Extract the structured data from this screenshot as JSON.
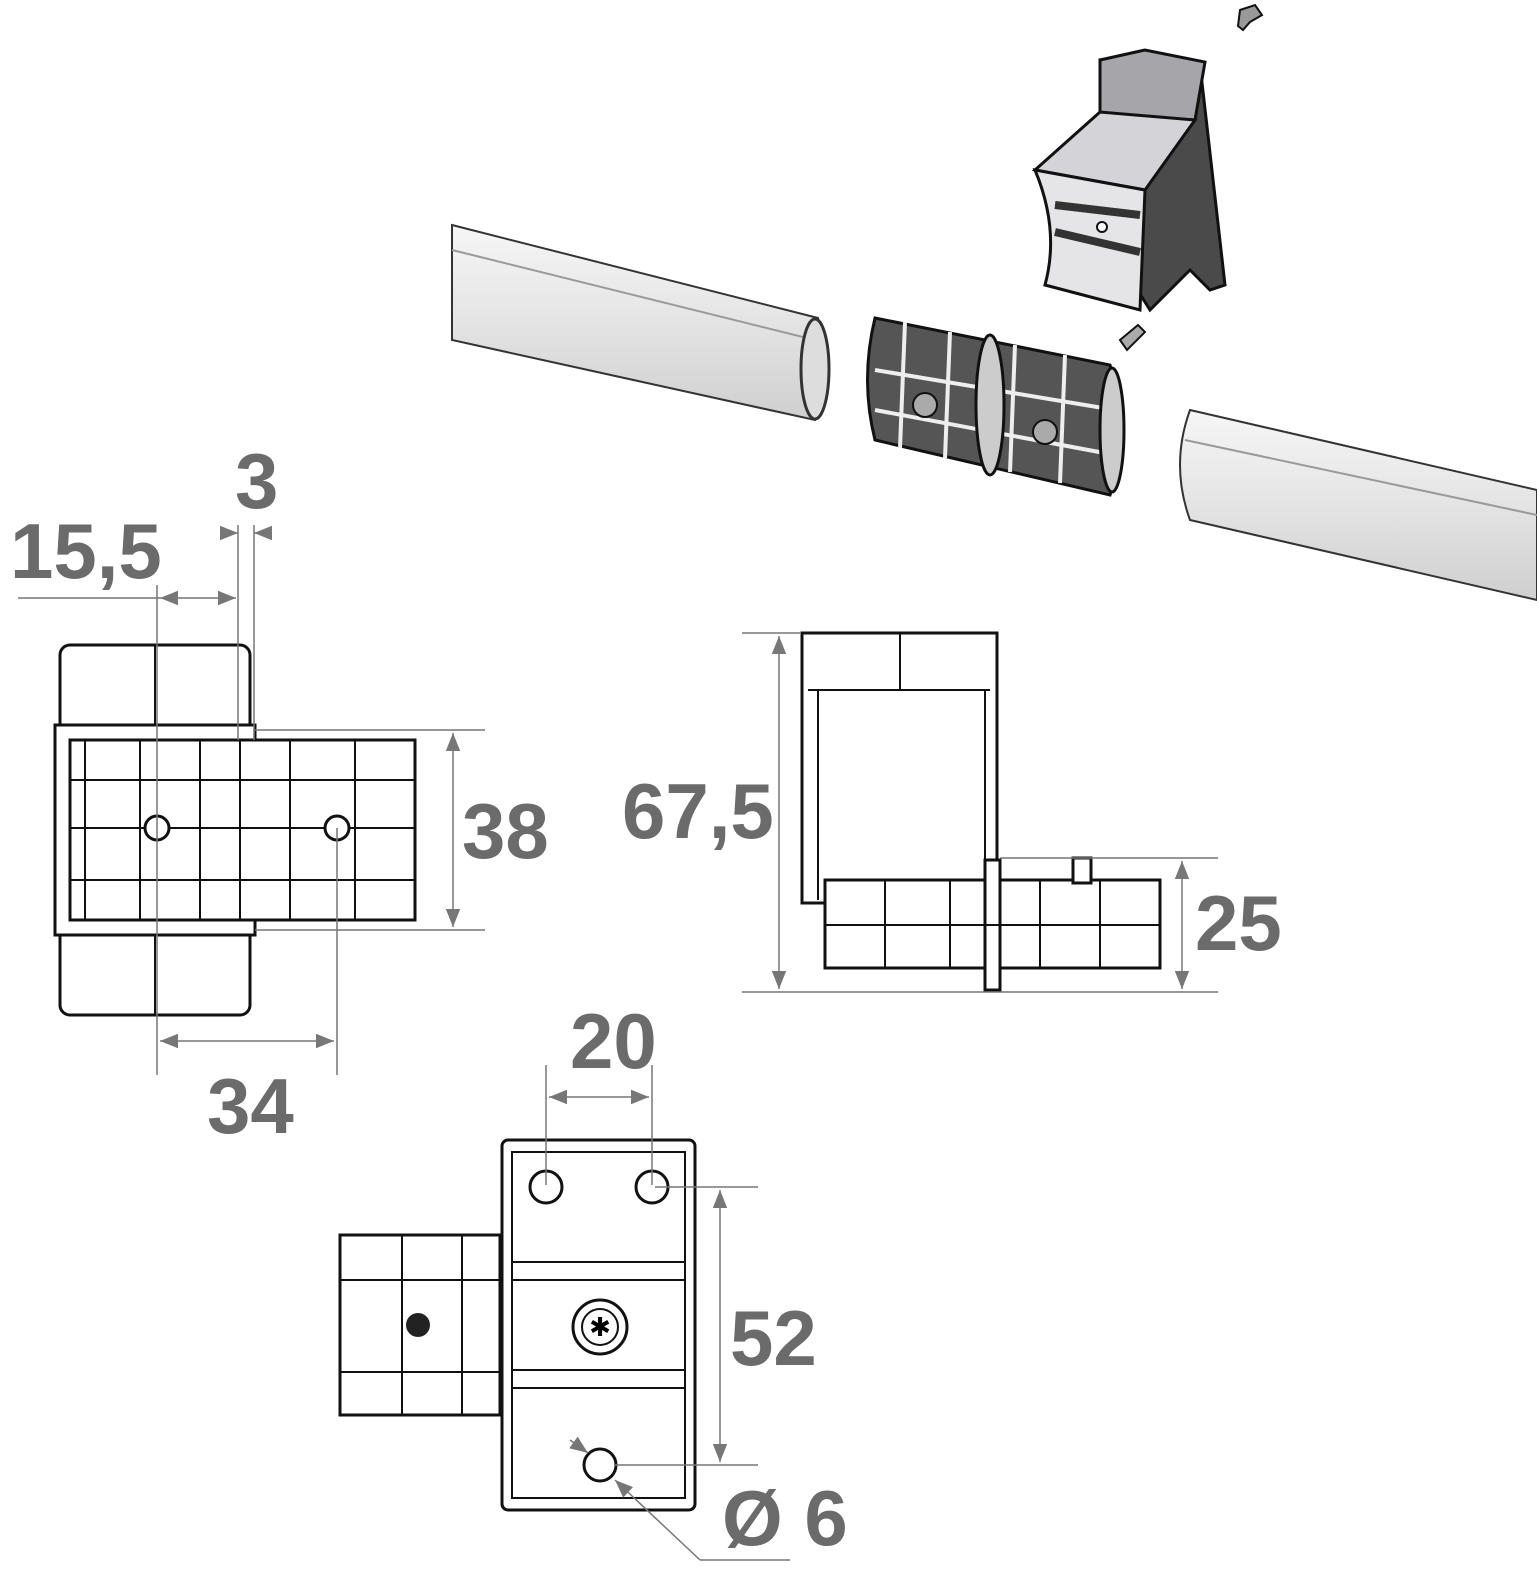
{
  "dimensions": {
    "top_view": {
      "width_offset": "15,5",
      "gap": "3",
      "height": "38",
      "hole_distance": "34"
    },
    "side_view": {
      "total_height": "67,5",
      "tube_height": "25"
    },
    "bottom_view": {
      "hole_spacing": "20",
      "hole_vertical": "52",
      "hole_diameter": "Ø 6"
    }
  },
  "colors": {
    "dimension_text": "#6b6b6b",
    "bracket_dark": "#4a4a4a",
    "bracket_light": "#d4d4d8",
    "tube": "#e6e6e6"
  }
}
